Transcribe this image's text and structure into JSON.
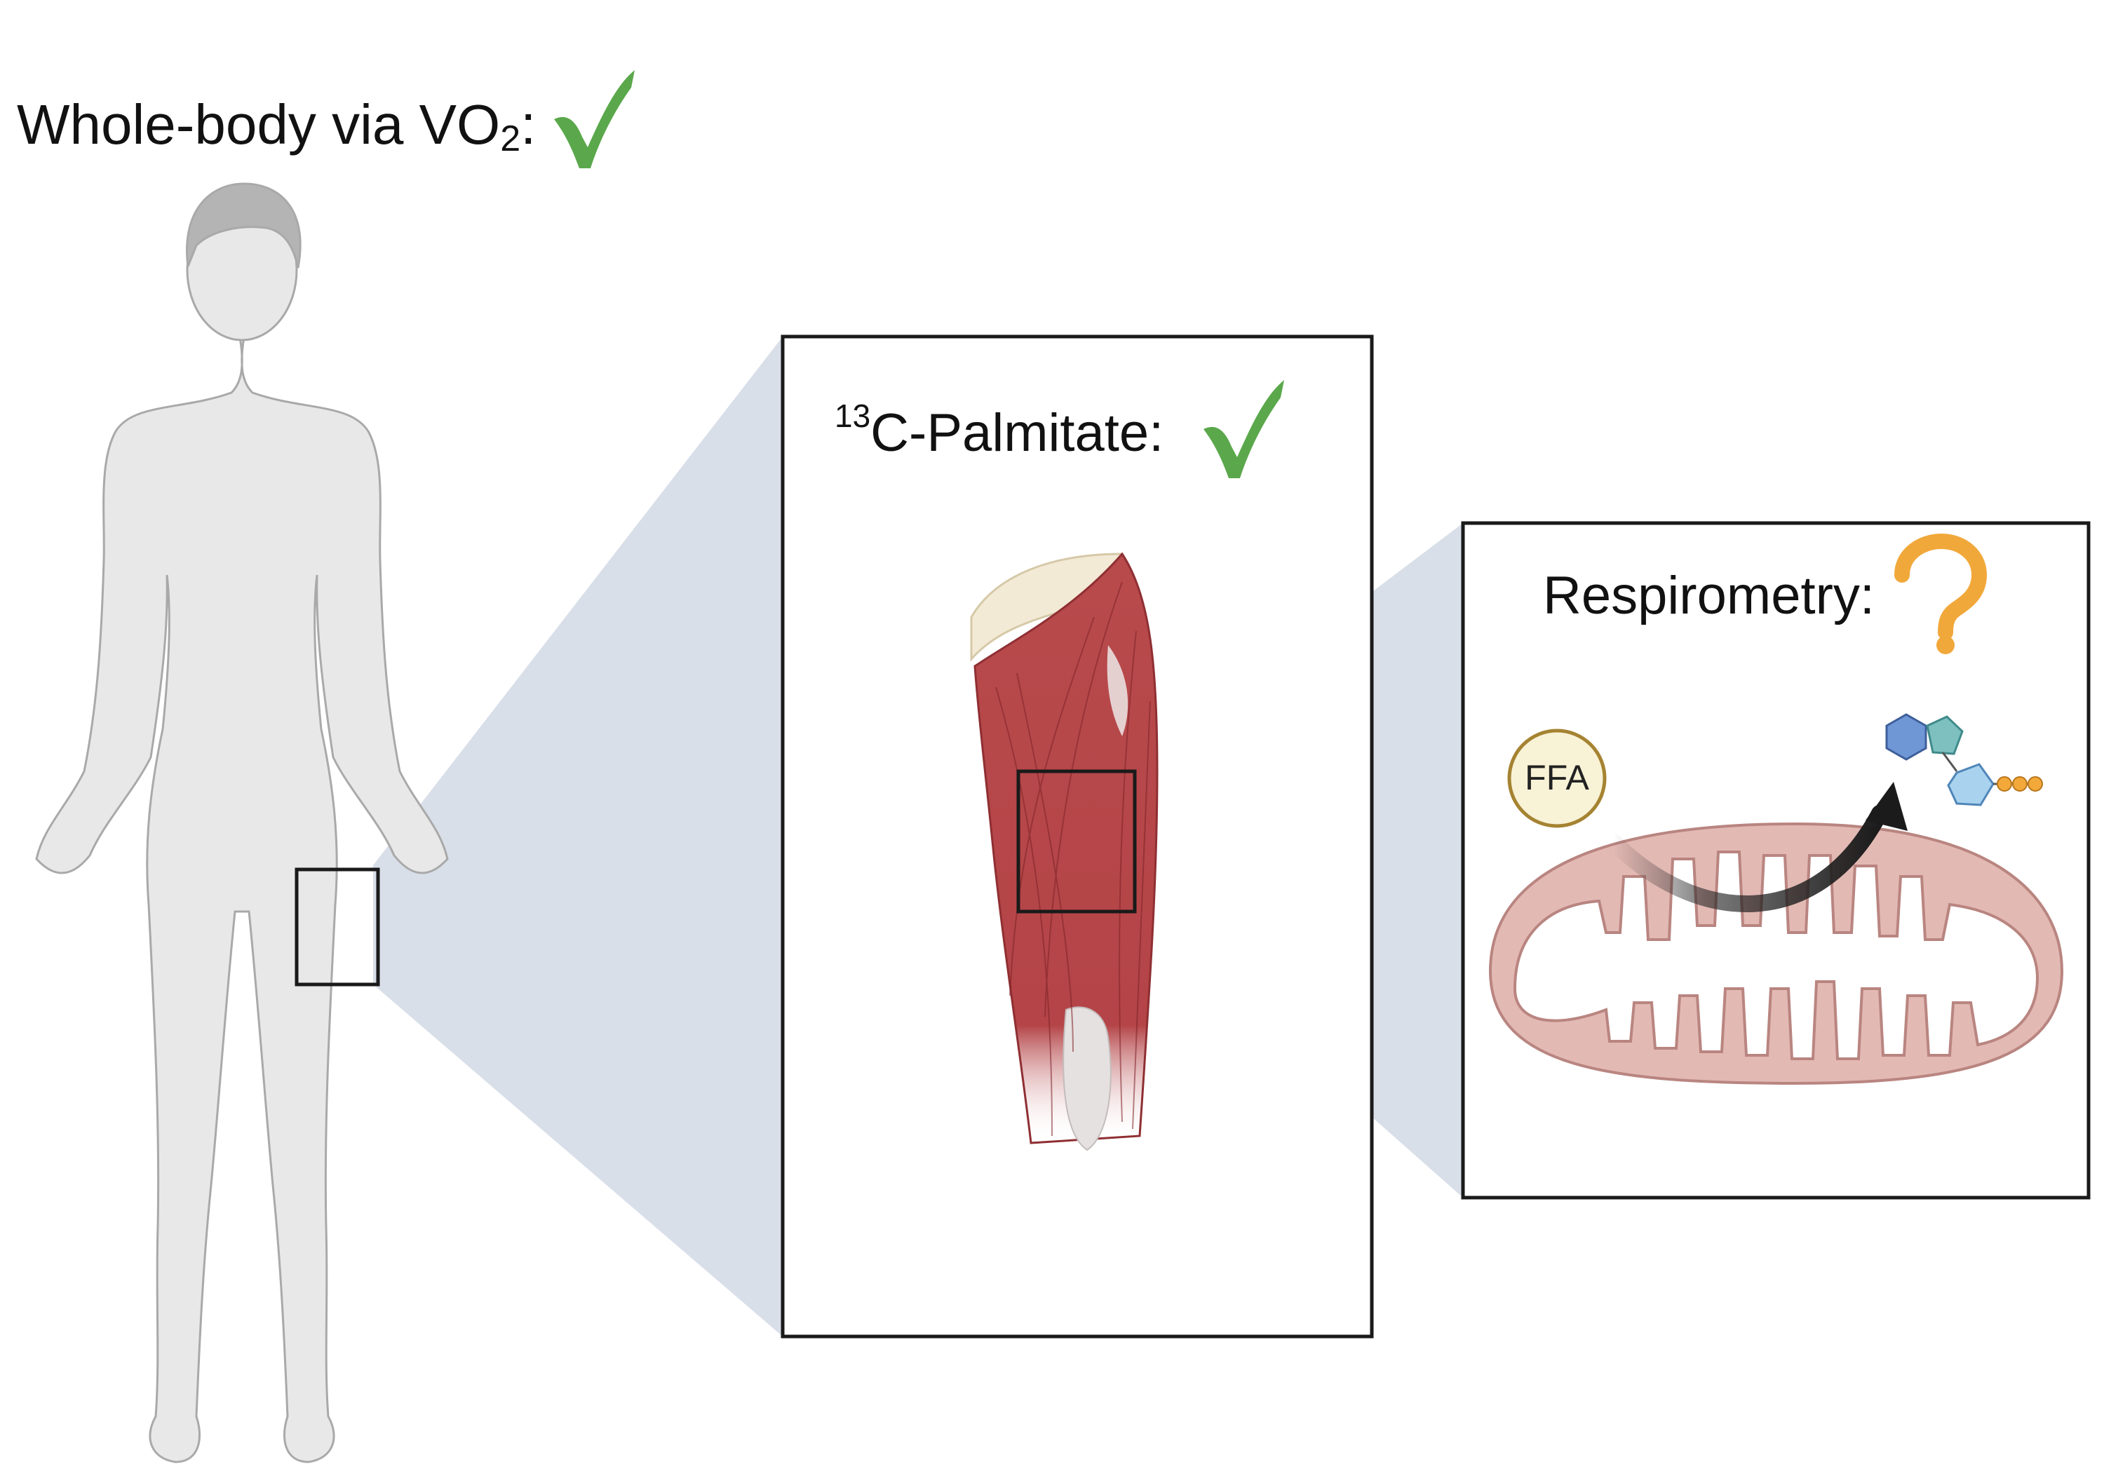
{
  "whole_body": {
    "label": "Whole-body via VO",
    "subscript": "2",
    "suffix": ":",
    "status_icon": "check-mark",
    "status_color": "#5aa84b"
  },
  "muscle": {
    "isotope": "13",
    "label": "C-Palmitate:",
    "status_icon": "check-mark",
    "status_color": "#5aa84b"
  },
  "cell": {
    "label": "Respirometry:",
    "status_icon": "question-mark",
    "status_color": "#f1a83a",
    "substrate": "FFA"
  },
  "colors": {
    "zoom_wedge": "#d9dfe9",
    "body_fill": "#e8e8e8",
    "muscle_fill": "#b84a4c",
    "mito_fill": "#e3b9b4",
    "mito_stroke": "#b98580",
    "ffa_fill": "#f8f2d6",
    "ffa_stroke": "#a58331"
  }
}
